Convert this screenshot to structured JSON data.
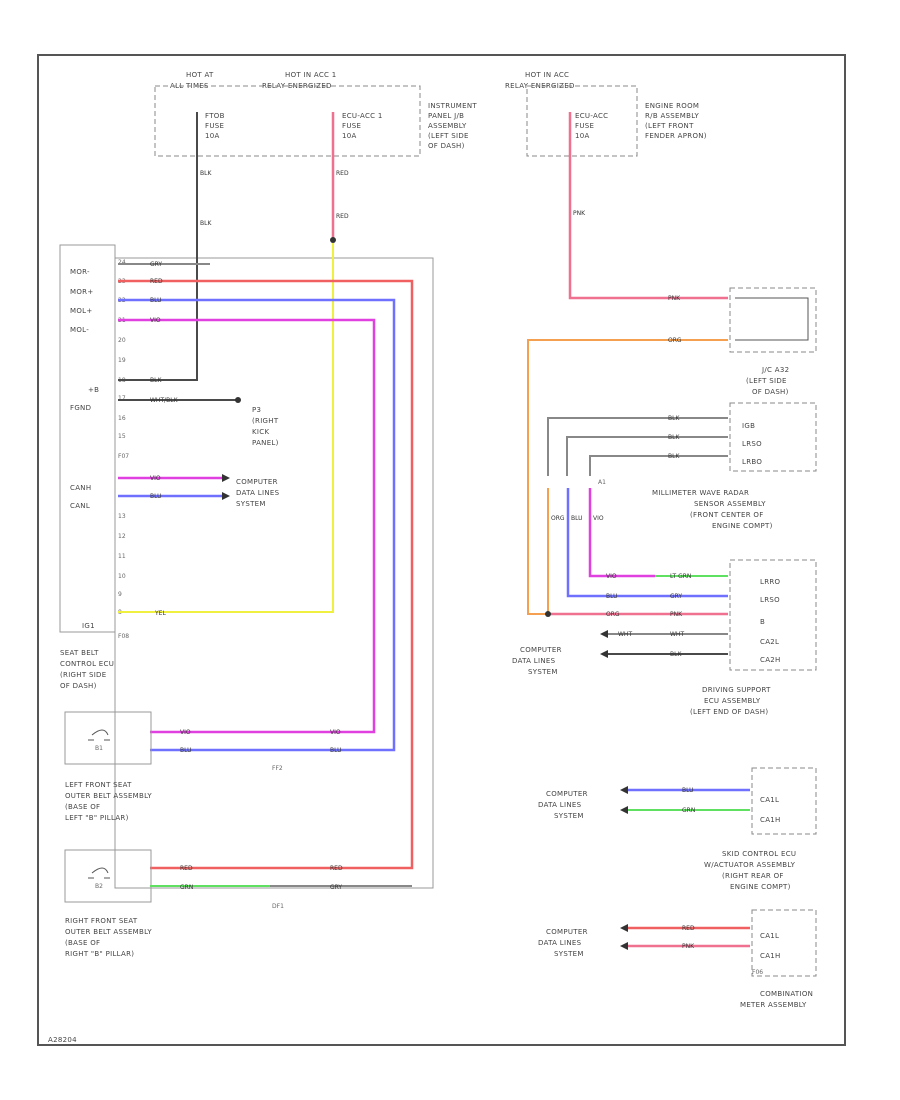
{
  "diagram": {
    "id_code": "A28204",
    "hot_headers": {
      "h1a": "HOT AT",
      "h1b": "ALL TIMES",
      "h2a": "HOT IN ACC 1",
      "h2b": "RELAY ENERGIZED",
      "h3a": "HOT IN ACC",
      "h3b": "RELAY ENERGIZED"
    },
    "fuses": {
      "f1": [
        "FTOB",
        "FUSE",
        "10A"
      ],
      "f2": [
        "ECU-ACC 1",
        "FUSE",
        "10A"
      ],
      "f3": [
        "ECU-ACC",
        "FUSE",
        "10A"
      ]
    },
    "locations": {
      "instrument": [
        "INSTRUMENT",
        "PANEL J/B",
        "ASSEMBLY",
        "(LEFT SIDE",
        "OF DASH)"
      ],
      "engine_room": [
        "ENGINE ROOM",
        "R/B ASSEMBLY",
        "(LEFT FRONT",
        "FENDER APRON)"
      ]
    },
    "seat_belt_ecu": {
      "pins_left": [
        "MOR-",
        "MOR+",
        "MOL+",
        "MOL-",
        "",
        "",
        "+B",
        "FGND",
        "",
        "",
        "CANH",
        "CANL",
        "",
        "",
        "",
        "",
        "",
        "IG1"
      ],
      "pin_nums": [
        "24",
        "23",
        "22",
        "21",
        "20",
        "19",
        "18",
        "17",
        "16",
        "15",
        "",
        "",
        "13",
        "12",
        "11",
        "10",
        "9",
        "8"
      ],
      "connector_top": "F07",
      "connector_bottom": "F08",
      "label": [
        "SEAT BELT",
        "CONTROL ECU",
        "(RIGHT SIDE",
        "OF DASH)"
      ]
    },
    "wire_colors": {
      "gry": "GRY",
      "red": "RED",
      "blu": "BLU",
      "vio": "VIO",
      "blk": "BLK",
      "wb": "WHT/BLK",
      "yel": "YEL",
      "pnk": "PNK",
      "org": "ORG",
      "ltgrn": "LT GRN",
      "grn": "GRN",
      "wht": "WHT"
    },
    "ground": {
      "id": "P3",
      "label": [
        "(RIGHT",
        "KICK",
        "PANEL)"
      ]
    },
    "computer_lines": [
      "COMPUTER",
      "DATA LINES",
      "SYSTEM"
    ],
    "left_seat": {
      "label": [
        "LEFT FRONT SEAT",
        "OUTER BELT ASSEMBLY",
        "(BASE OF",
        "LEFT \"B\" PILLAR)"
      ],
      "connector": "FF2",
      "pin": "B1"
    },
    "right_seat": {
      "label": [
        "RIGHT FRONT SEAT",
        "OUTER BELT ASSEMBLY",
        "(BASE OF",
        "RIGHT \"B\" PILLAR)"
      ],
      "connector": "DF1",
      "pin": "B2"
    },
    "jc_a32": [
      "J/C A32",
      "(LEFT SIDE",
      "OF DASH)"
    ],
    "radar": {
      "pins": [
        "IGB",
        "LRSO",
        "LRBO"
      ],
      "label": [
        "MILLIMETER WAVE RADAR",
        "SENSOR ASSEMBLY",
        "(FRONT CENTER OF",
        "ENGINE COMPT)"
      ],
      "conn": "A1"
    },
    "driving_support": {
      "pins": [
        "LRRO",
        "LRSO",
        "B",
        "CA2L",
        "CA2H"
      ],
      "label": [
        "DRIVING SUPPORT",
        "ECU ASSEMBLY",
        "(LEFT END OF DASH)"
      ]
    },
    "skid": {
      "pins": [
        "CA1L",
        "CA1H"
      ],
      "label": [
        "SKID CONTROL ECU",
        "W/ACTUATOR ASSEMBLY",
        "(RIGHT REAR OF",
        "ENGINE COMPT)"
      ]
    },
    "meter": {
      "pins": [
        "CA1L",
        "CA1H"
      ],
      "conn": "F06",
      "label": [
        "COMBINATION",
        "METER ASSEMBLY"
      ]
    }
  }
}
